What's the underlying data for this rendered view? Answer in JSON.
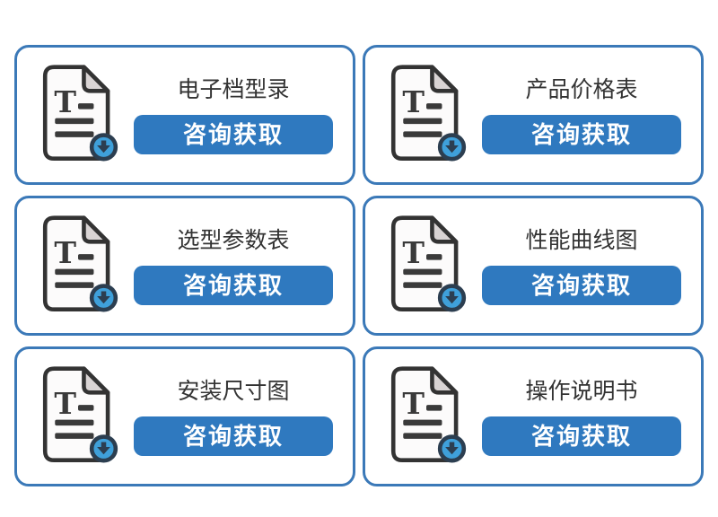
{
  "page": {
    "background": "#ffffff"
  },
  "colors": {
    "card_border": "#3b79b8",
    "button_bg": "#2f79bf",
    "button_text": "#ffffff",
    "title_text": "#333333",
    "icon_outline": "#333333",
    "icon_page_fill": "#fcfbfb",
    "icon_fold_fill": "#d9d4d4",
    "icon_line_fill": "#3a3a3a",
    "badge_fill": "#3fa0da",
    "badge_ring": "#2c3e50"
  },
  "icon": {
    "name": "document-download-icon",
    "letter": "T"
  },
  "cards": [
    {
      "title": "电子档型录",
      "button_label": "咨询获取"
    },
    {
      "title": "产品价格表",
      "button_label": "咨询获取"
    },
    {
      "title": "选型参数表",
      "button_label": "咨询获取"
    },
    {
      "title": "性能曲线图",
      "button_label": "咨询获取"
    },
    {
      "title": "安装尺寸图",
      "button_label": "咨询获取"
    },
    {
      "title": "操作说明书",
      "button_label": "咨询获取"
    }
  ]
}
